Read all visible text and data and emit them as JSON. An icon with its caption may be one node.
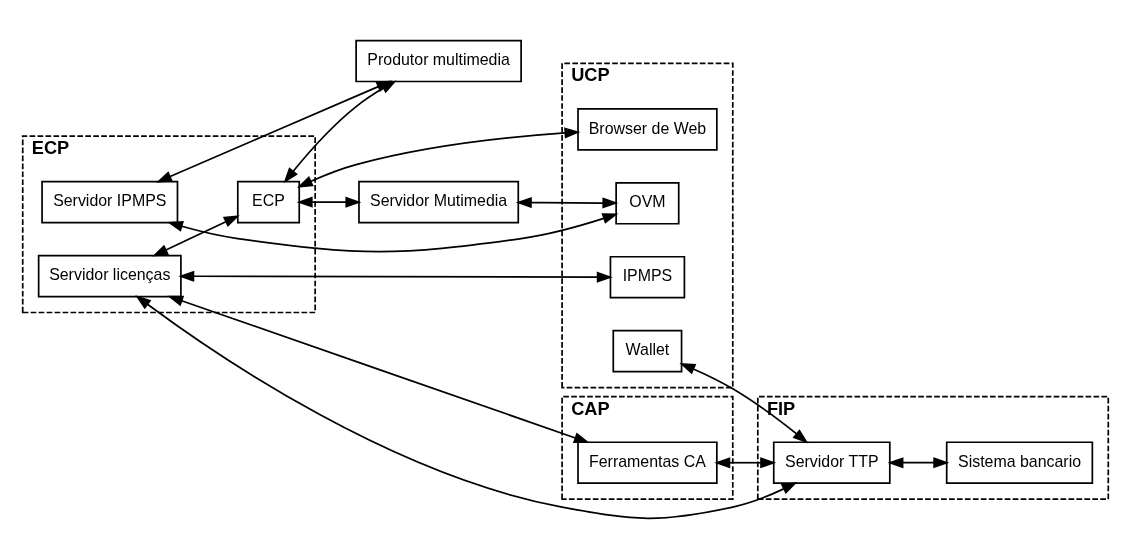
{
  "diagram": {
    "nodes": [
      {
        "text": [
          "ECP"
        ]
      },
      {
        "text": [
          "Servidor IPMPS"
        ],
        "in": 0
      },
      {
        "text": [
          "Servidor licenças"
        ],
        "in": 0
      },
      {
        "text": [
          "ECP"
        ],
        "in": 0
      },
      {
        "text": [
          "CAP"
        ]
      },
      {
        "text": [
          "Ferramentas CA"
        ],
        "in": 4
      },
      {
        "text": [
          "FIP"
        ]
      },
      {
        "text": [
          "Servidor TTP"
        ],
        "in": 6
      },
      {
        "text": [
          "Sistema bancario"
        ],
        "in": 6
      },
      {
        "text": [
          "Produtor multimedia"
        ]
      },
      {
        "text": [
          "Servidor Mutimedia"
        ]
      },
      {
        "text": [
          "UCP"
        ]
      },
      {
        "text": [
          "OVM"
        ],
        "in": 11
      },
      {
        "text": [
          "IPMPS"
        ],
        "in": 11
      },
      {
        "text": [
          "Browser de Web"
        ],
        "in": 11
      },
      {
        "text": [
          "Wallet"
        ],
        "in": 11
      }
    ],
    "edges": [
      {
        "from": 2,
        "to": 5,
        "arrow": "both"
      },
      {
        "from": 5,
        "to": 7,
        "arrow": "both"
      },
      {
        "from": 1,
        "to": 12,
        "arrow": "both"
      },
      {
        "from": 2,
        "to": 7,
        "arrow": "both"
      },
      {
        "from": 2,
        "to": 13,
        "arrow": "both"
      },
      {
        "from": 1,
        "to": 9,
        "arrow": "both"
      },
      {
        "from": 3,
        "to": 9,
        "arrow": "both"
      },
      {
        "from": 3,
        "to": 10,
        "arrow": "both"
      },
      {
        "from": 2,
        "to": 3,
        "arrow": "both"
      },
      {
        "from": 3,
        "to": 14,
        "arrow": "both"
      },
      {
        "from": 10,
        "to": 12,
        "arrow": "both"
      },
      {
        "from": 15,
        "to": 7,
        "arrow": "both"
      },
      {
        "from": 7,
        "to": 8,
        "arrow": "both"
      }
    ]
  }
}
